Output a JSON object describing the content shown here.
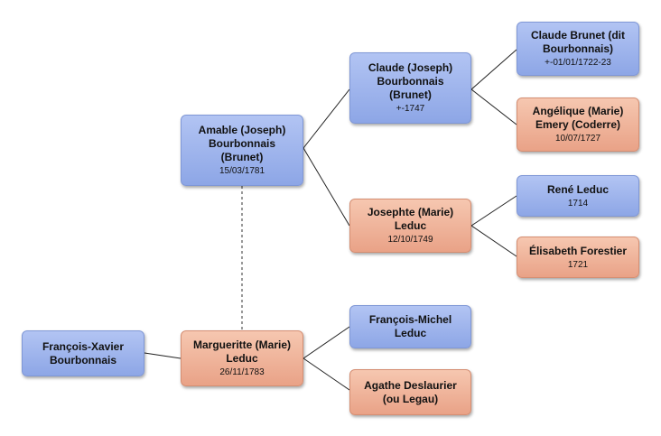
{
  "nodes": {
    "fx": {
      "name": "François-Xavier Bourbonnais",
      "date": ""
    },
    "amable": {
      "name": "Amable (Joseph) Bourbonnais (Brunet)",
      "date": "15/03/1781"
    },
    "marg": {
      "name": "Margueritte (Marie) Leduc",
      "date": "26/11/1783"
    },
    "claude": {
      "name": "Claude (Joseph) Bourbonnais (Brunet)",
      "date": "+-1747"
    },
    "jos": {
      "name": "Josephte (Marie) Leduc",
      "date": "12/10/1749"
    },
    "fm": {
      "name": "François-Michel Leduc",
      "date": ""
    },
    "agathe": {
      "name": "Agathe Deslaurier (ou Legau)",
      "date": ""
    },
    "cb": {
      "name": "Claude Brunet (dit Bourbonnais)",
      "date": "+-01/01/1722-23"
    },
    "ang": {
      "name": "Angélique (Marie) Emery (Coderre)",
      "date": "10/07/1727"
    },
    "rene": {
      "name": "René Leduc",
      "date": "1714"
    },
    "eli": {
      "name": "Élisabeth Forestier",
      "date": "1721"
    }
  },
  "colors": {
    "male": "#9bb0ea",
    "female": "#efb297",
    "line": "#222222",
    "marriage_line": "#777777"
  }
}
